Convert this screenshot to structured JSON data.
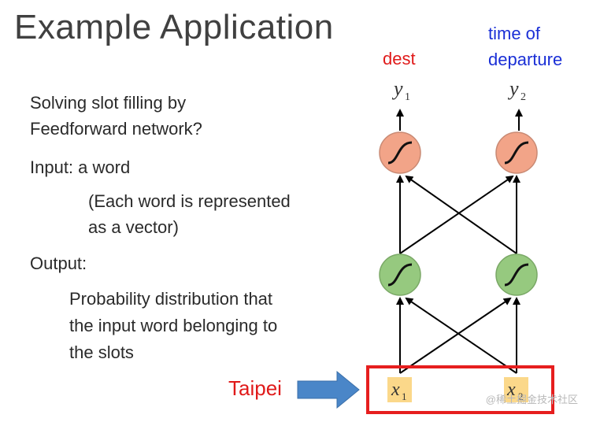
{
  "title": "Example Application",
  "bullets": {
    "q1_line1": "Solving slot filling by",
    "q1_line2": "Feedforward network?",
    "input": "Input: a word",
    "input_note_line1": "(Each word is represented",
    "input_note_line2": "as a vector)",
    "output": "Output:",
    "output_desc_line1": "Probability distribution that",
    "output_desc_line2": "the input word belonging to",
    "output_desc_line3": "the slots"
  },
  "network": {
    "output_labels": {
      "y1": "dest",
      "y2_line1": "time of",
      "y2_line2": "departure"
    },
    "y1_symbol": "y",
    "y1_sub": "1",
    "y2_symbol": "y",
    "y2_sub": "2",
    "x1_symbol": "x",
    "x1_sub": "1",
    "x2_symbol": "x",
    "x2_sub": "2",
    "input_word": "Taipei",
    "colors": {
      "output_neuron": "#f2a488",
      "hidden_neuron": "#96c97f",
      "input_box": "#fbd88a",
      "highlight": "#e61e1e",
      "arrow": "#4a86c8"
    }
  },
  "watermark": "@稀土掘金技术社区"
}
